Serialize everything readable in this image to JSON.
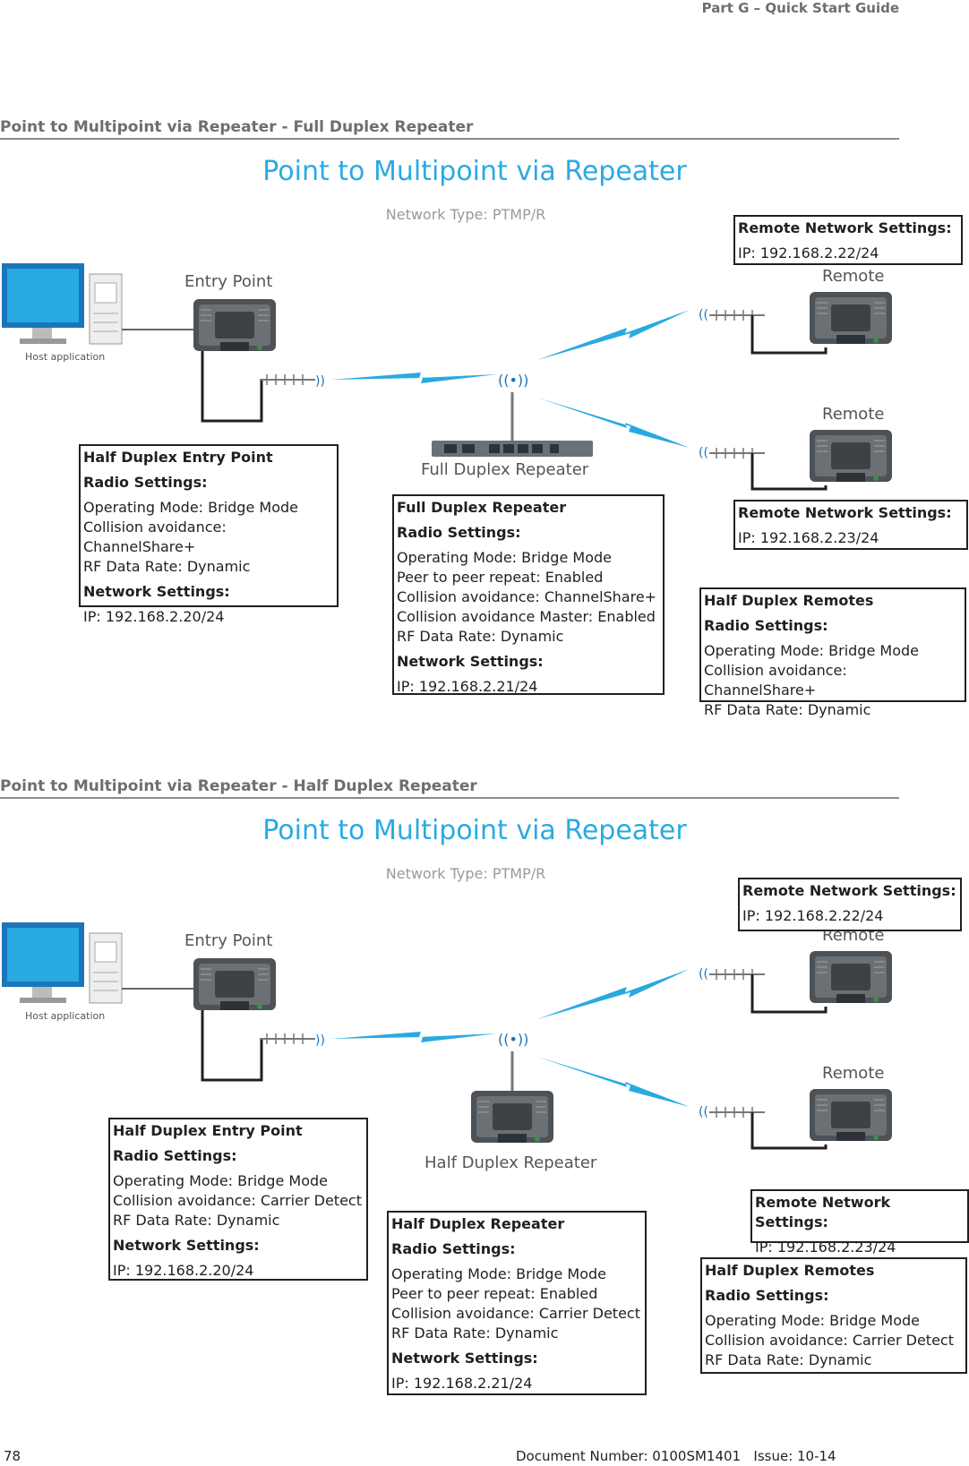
{
  "header": {
    "part": "Part G – Quick Start Guide"
  },
  "footer": {
    "page": "78",
    "doc": "Document Number: 0100SM1401   Issue: 10-14"
  },
  "full_section": {
    "heading": "Point to Multipoint via Repeater - Full Duplex Repeater",
    "diagram_title": "Point to Multipoint via Repeater",
    "network_type": "Network Type: PTMP/R",
    "host_label": "Host application",
    "entry_label": "Entry Point",
    "repeater_label": "Full Duplex Repeater",
    "remote1_label": "Remote",
    "remote2_label": "Remote",
    "entry_box": {
      "title": "Half Duplex Entry Point",
      "radio": "Radio Settings:",
      "l1": "Operating Mode: Bridge Mode",
      "l2": "Collision avoidance: ChannelShare+",
      "l3": "RF Data Rate: Dynamic",
      "net": "Network Settings:",
      "ip": "IP: 192.168.2.20/24"
    },
    "repeater_box": {
      "title": "Full Duplex Repeater",
      "radio": "Radio Settings:",
      "l1": "Operating Mode: Bridge Mode",
      "l2": "Peer to peer repeat: Enabled",
      "l3": "Collision avoidance: ChannelShare+",
      "l4": "Collision avoidance Master: Enabled",
      "l5": "RF Data Rate: Dynamic",
      "net": "Network Settings:",
      "ip": "IP: 192.168.2.21/24"
    },
    "remote1_box": {
      "title": "Remote Network Settings:",
      "ip": "IP: 192.168.2.22/24"
    },
    "remote2_box": {
      "title": "Remote Network Settings:",
      "ip": "IP: 192.168.2.23/24"
    },
    "remotes_box": {
      "title": "Half Duplex Remotes",
      "radio": "Radio Settings:",
      "l1": "Operating Mode: Bridge Mode",
      "l2": "Collision avoidance: ChannelShare+",
      "l3": "RF Data Rate: Dynamic"
    }
  },
  "half_section": {
    "heading": "Point to Multipoint via Repeater - Half Duplex Repeater",
    "diagram_title": "Point to Multipoint via Repeater",
    "network_type": "Network Type: PTMP/R",
    "host_label": "Host application",
    "entry_label": "Entry Point",
    "repeater_label": "Half Duplex Repeater",
    "remote1_label": "Remote",
    "remote2_label": "Remote",
    "entry_box": {
      "title": "Half Duplex Entry Point",
      "radio": "Radio Settings:",
      "l1": "Operating Mode: Bridge Mode",
      "l2": "Collision avoidance: Carrier Detect",
      "l3": "RF Data Rate: Dynamic",
      "net": "Network Settings:",
      "ip": "IP: 192.168.2.20/24"
    },
    "repeater_box": {
      "title": "Half Duplex Repeater",
      "radio": "Radio Settings:",
      "l1": "Operating Mode: Bridge Mode",
      "l2": "Peer to peer repeat: Enabled",
      "l3": "Collision avoidance: Carrier Detect",
      "l4": "RF Data Rate: Dynamic",
      "net": "Network Settings:",
      "ip": "IP: 192.168.2.21/24"
    },
    "remote1_box": {
      "title": "Remote Network Settings:",
      "ip": "IP: 192.168.2.22/24"
    },
    "remote2_box": {
      "title": "Remote Network Settings:",
      "ip": "IP: 192.168.2.23/24"
    },
    "remotes_box": {
      "title": "Half Duplex Remotes",
      "radio": "Radio Settings:",
      "l1": "Operating Mode: Bridge Mode",
      "l2": "Collision avoidance: Carrier Detect",
      "l3": "RF Data Rate: Dynamic"
    }
  },
  "colors": {
    "accent": "#2aaae2",
    "lightning": "#29a9e1",
    "heading": "#6d6e71",
    "radio": "#4d5257"
  }
}
